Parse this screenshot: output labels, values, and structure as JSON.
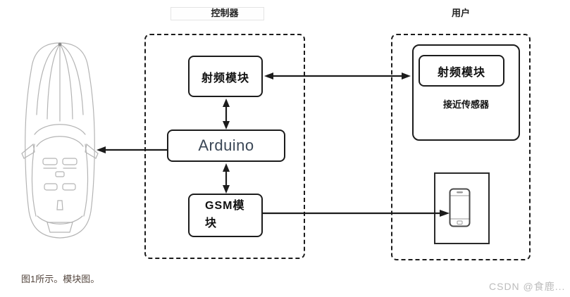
{
  "titles": {
    "controller": "控制器",
    "user": "用户"
  },
  "controller": {
    "rf_module": "射频模块",
    "arduino": "Arduino",
    "gsm_module": "GSM模块"
  },
  "user": {
    "rf_module": "射频模块",
    "proximity_sensor": "接近传感器"
  },
  "icons": {
    "car": "car-top-view-sketch-icon",
    "phone": "smartphone-icon"
  },
  "caption": "图1所示。模块图。",
  "watermark": "CSDN @食鹿...",
  "colors": {
    "line": "#1c1c1c",
    "arduino_text": "#3b4756",
    "caption_text": "#53453d",
    "watermark_text": "#bcbcbc",
    "sketch": "#b4b4b4"
  }
}
